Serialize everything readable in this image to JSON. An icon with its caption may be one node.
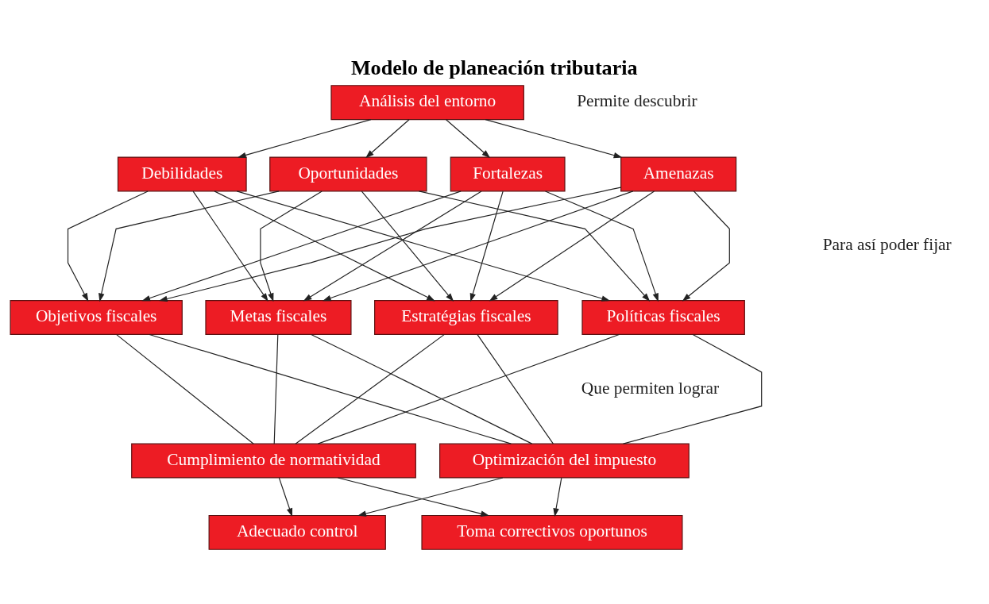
{
  "diagram": {
    "title": "Modelo de planeación tributaria",
    "nodes": [
      {
        "text": [
          "Análisis del entorno"
        ]
      },
      {
        "text": [
          "Debilidades"
        ]
      },
      {
        "text": [
          "Fortalezas"
        ]
      },
      {
        "text": [
          "Oportunidades"
        ]
      },
      {
        "text": [
          "Amenazas"
        ]
      },
      {
        "text": [
          "Objetivos fiscales"
        ]
      },
      {
        "text": [
          "Metas fiscales"
        ]
      },
      {
        "text": [
          "Estratégias fiscales"
        ]
      },
      {
        "text": [
          "Políticas fiscales"
        ]
      },
      {
        "text": [
          "Cumplimiento de normatividad"
        ]
      },
      {
        "text": [
          "Optimización del impuesto"
        ]
      },
      {
        "text": [
          "Adecuado control"
        ]
      },
      {
        "text": [
          "Toma correctivos oportunos"
        ]
      }
    ],
    "edges": [
      {
        "from": 0,
        "to": 1,
        "arrow": "to"
      },
      {
        "from": 0,
        "to": 2,
        "arrow": "to"
      },
      {
        "from": 0,
        "to": 3,
        "arrow": "to"
      },
      {
        "from": 0,
        "to": 4,
        "arrow": "to"
      },
      {
        "from": 1,
        "to": 5,
        "arrow": "to"
      },
      {
        "from": 1,
        "to": 6,
        "arrow": "to"
      },
      {
        "from": 1,
        "to": 7,
        "arrow": "to"
      },
      {
        "from": 1,
        "to": 8,
        "arrow": "to"
      },
      {
        "from": 2,
        "to": 5,
        "arrow": "to"
      },
      {
        "from": 2,
        "to": 6,
        "arrow": "to"
      },
      {
        "from": 2,
        "to": 7,
        "arrow": "to"
      },
      {
        "from": 2,
        "to": 8,
        "arrow": "to"
      },
      {
        "from": 3,
        "to": 5,
        "arrow": "to"
      },
      {
        "from": 3,
        "to": 6,
        "arrow": "to"
      },
      {
        "from": 3,
        "to": 7,
        "arrow": "to"
      },
      {
        "from": 3,
        "to": 8,
        "arrow": "to"
      },
      {
        "from": 4,
        "to": 5,
        "arrow": "to"
      },
      {
        "from": 4,
        "to": 6,
        "arrow": "to"
      },
      {
        "from": 4,
        "to": 7,
        "arrow": "to"
      },
      {
        "from": 4,
        "to": 8,
        "arrow": "to"
      },
      {
        "from": 5,
        "to": 9,
        "arrow": "none"
      },
      {
        "from": 5,
        "to": 10,
        "arrow": "none"
      },
      {
        "from": 6,
        "to": 9,
        "arrow": "none"
      },
      {
        "from": 6,
        "to": 10,
        "arrow": "none"
      },
      {
        "from": 7,
        "to": 9,
        "arrow": "none"
      },
      {
        "from": 7,
        "to": 10,
        "arrow": "none"
      },
      {
        "from": 8,
        "to": 9,
        "arrow": "none"
      },
      {
        "from": 8,
        "to": 10,
        "arrow": "none"
      },
      {
        "from": 9,
        "to": 11,
        "arrow": "to"
      },
      {
        "from": 9,
        "to": 12,
        "arrow": "to"
      },
      {
        "from": 10,
        "to": 11,
        "arrow": "to"
      },
      {
        "from": 10,
        "to": 12,
        "arrow": "to"
      }
    ],
    "labels": [
      "Permite descubrir",
      "Para así poder fijar",
      "Que permiten lograr"
    ]
  }
}
